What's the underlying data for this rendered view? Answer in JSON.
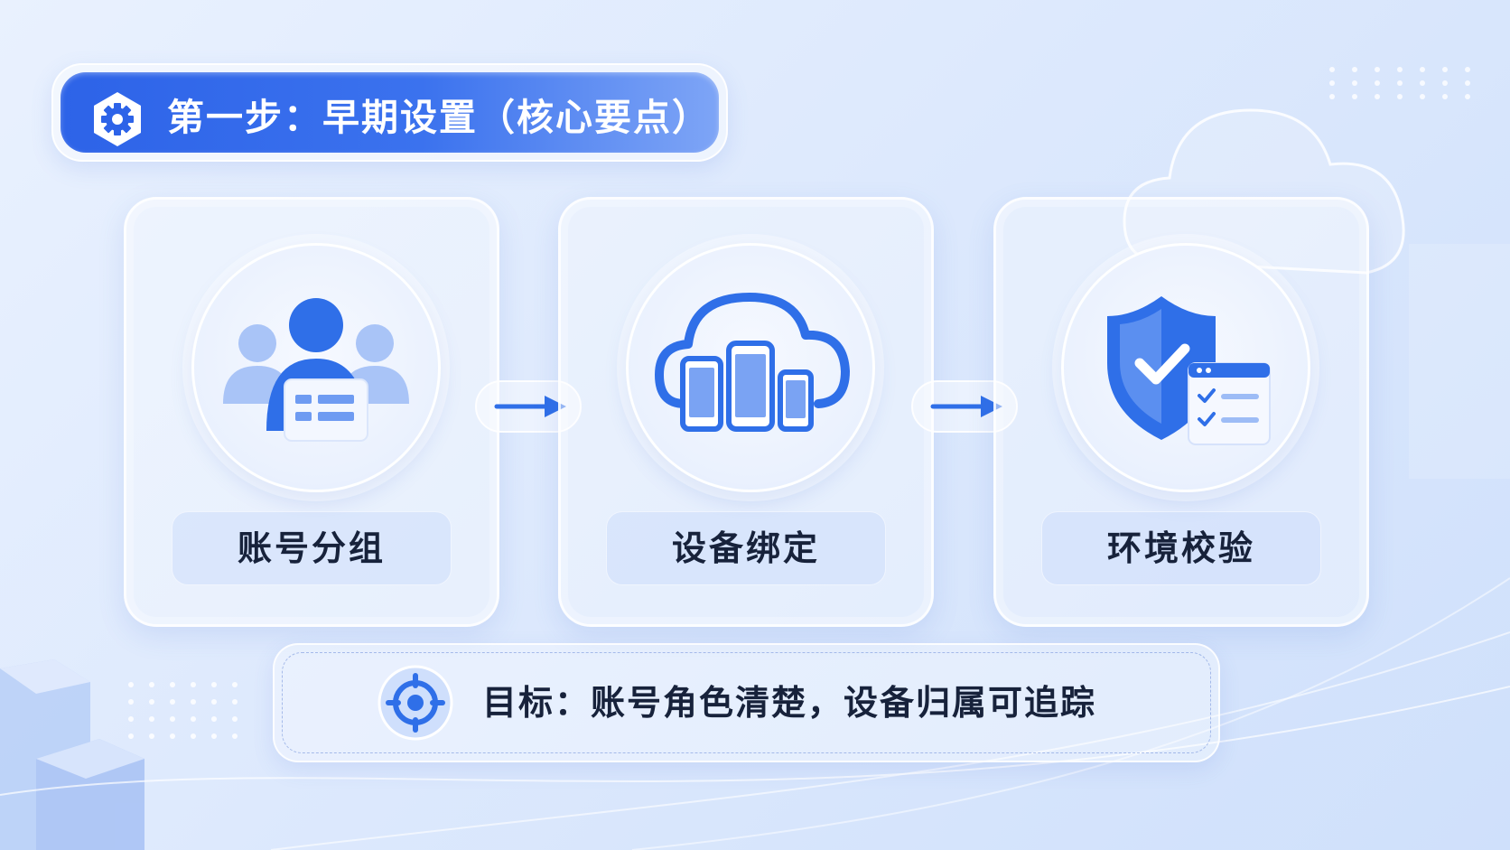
{
  "title": {
    "text": "第一步：早期设置（核心要点）",
    "icon": "gear-icon"
  },
  "steps": [
    {
      "label": "账号分组",
      "icon": "user-group-icon"
    },
    {
      "label": "设备绑定",
      "icon": "cloud-devices-icon"
    },
    {
      "label": "环境校验",
      "icon": "shield-check-icon"
    }
  ],
  "goal": {
    "text": "目标：账号角色清楚，设备归属可追踪",
    "icon": "target-icon"
  },
  "colors": {
    "accent": "#2d63e8",
    "icon_blue": "#2f6fe8",
    "light_blue": "#a9c4f7",
    "text_dark": "#17223b"
  }
}
